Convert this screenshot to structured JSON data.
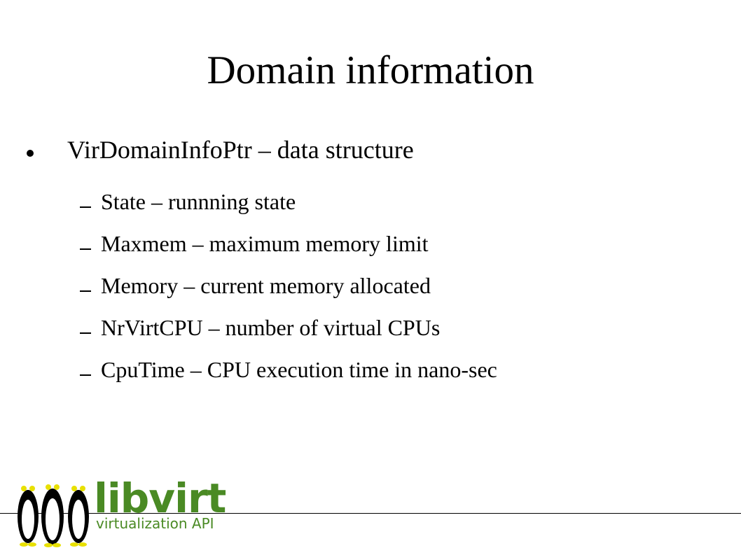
{
  "slide": {
    "title": "Domain information",
    "main_bullet": "VirDomainInfoPtr – data structure",
    "sub_bullets": [
      "State – runnning state",
      "Maxmem – maximum memory limit",
      "Memory – current memory allocated",
      "NrVirtCPU – number of virtual CPUs",
      "CpuTime – CPU execution time in nano-sec"
    ]
  },
  "logo": {
    "name": "libvirt",
    "tagline": "virtualization API",
    "icon": "penguins-icon",
    "colors": {
      "text": "#4a8a24",
      "eyes": "#e8e000"
    }
  }
}
